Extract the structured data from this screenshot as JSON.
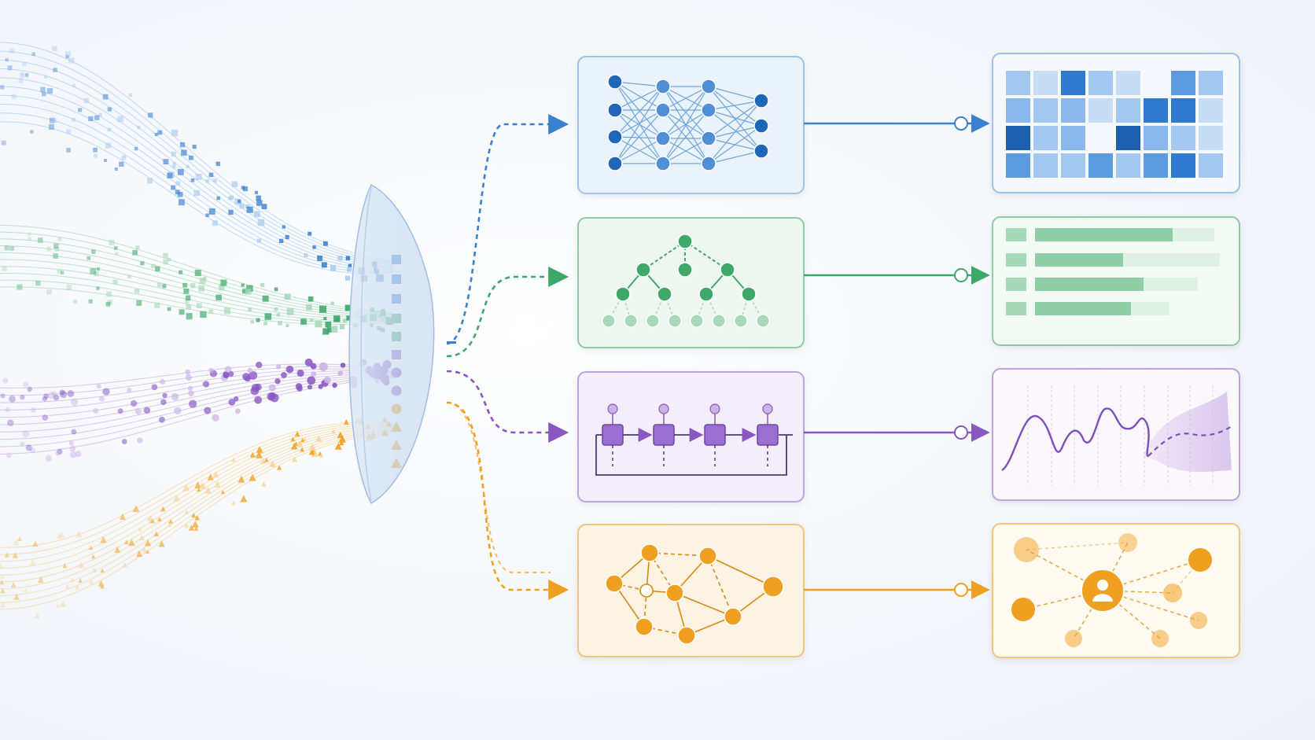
{
  "colors": {
    "blue": "#3a7fd0",
    "blue_dark": "#1f66b8",
    "blue_light": "#a9cdf0",
    "green": "#3ea86b",
    "green_light": "#a8d8ba",
    "purple": "#8857c2",
    "purple_light": "#cbb3e6",
    "orange": "#f0a020",
    "orange_light": "#f7d49a",
    "background": "#f3f6fa"
  },
  "streams": [
    {
      "id": "blue",
      "shape": "square"
    },
    {
      "id": "green",
      "shape": "square"
    },
    {
      "id": "purple",
      "shape": "circle"
    },
    {
      "id": "orange",
      "shape": "triangle"
    }
  ],
  "lens": {
    "icon": "lens-icon"
  },
  "models": [
    {
      "id": "blue",
      "icon": "neural-network-icon"
    },
    {
      "id": "green",
      "icon": "tree-icon"
    },
    {
      "id": "purple",
      "icon": "recurrent-network-icon"
    },
    {
      "id": "orange",
      "icon": "graph-network-icon"
    }
  ],
  "outputs": [
    {
      "id": "blue",
      "icon": "heatmap-grid-icon"
    },
    {
      "id": "green",
      "icon": "ranked-bars-icon"
    },
    {
      "id": "purple",
      "icon": "forecast-line-icon"
    },
    {
      "id": "orange",
      "icon": "user-network-icon"
    }
  ]
}
